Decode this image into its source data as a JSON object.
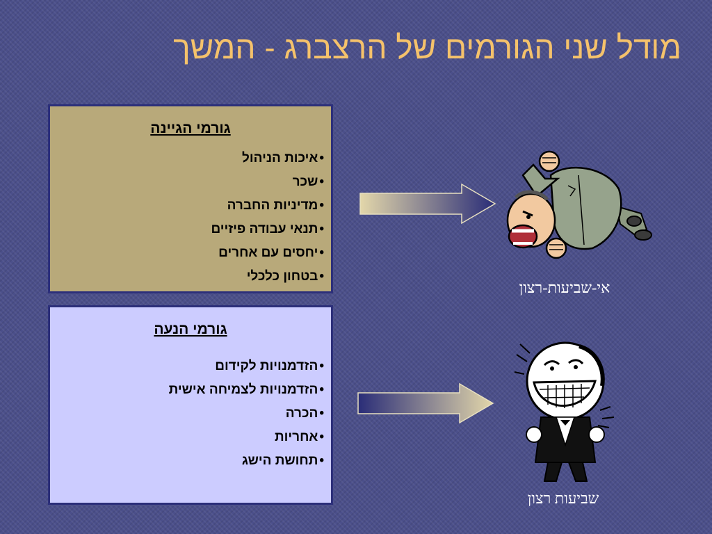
{
  "slide": {
    "title": "מודל שני הגורמים של הרצברג - המשך"
  },
  "hygiene": {
    "heading": "גורמי הגיינה",
    "bullet": "•",
    "items": [
      "איכות הניהול",
      "שכר",
      "מדיניות החברה",
      "תנאי עבודה פיזיים",
      "יחסים עם אחרים",
      "בטחון כלכלי"
    ],
    "caption": "אי-שביעות-רצון"
  },
  "motivation": {
    "heading": "גורמי הנעה",
    "bullet": "•",
    "items": [
      "הזדמנויות לקידום",
      "הזדמנויות לצמיחה אישית",
      "הכרה",
      "אחריות",
      "תחושת הישג"
    ],
    "caption": "שביעות רצון"
  },
  "illustrations": {
    "top": "angry-man-icon",
    "bottom": "happy-man-icon"
  },
  "colors": {
    "background": "#4b4f8a",
    "title": "#f5c26b",
    "hygiene_box": "#b8a97a",
    "motivation_box": "#ccccff",
    "box_border": "#2c2f7a",
    "caption": "#ffffff"
  }
}
